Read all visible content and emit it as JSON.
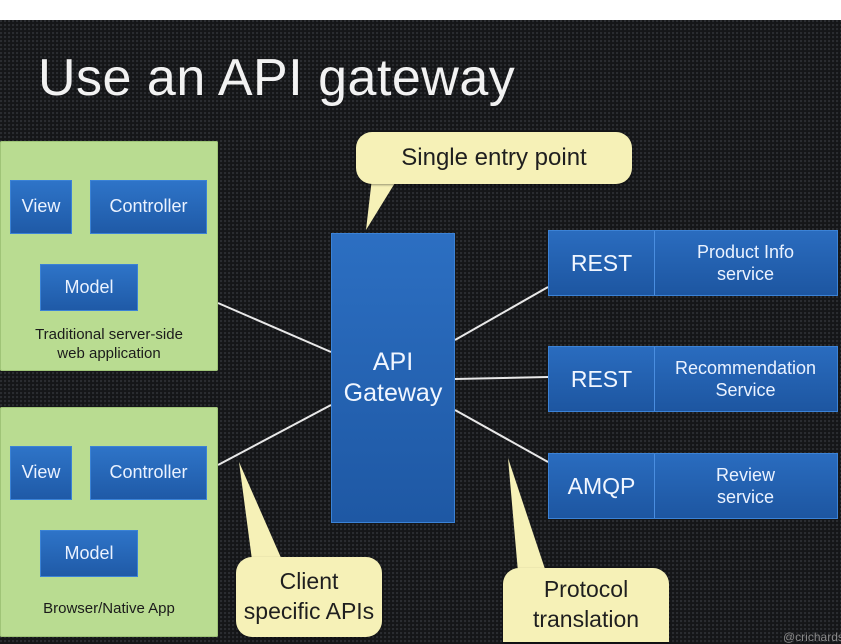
{
  "title": "Use an API gateway",
  "clients": [
    {
      "view_label": "View",
      "controller_label": "Controller",
      "model_label": "Model",
      "caption_line1": "Traditional server-side",
      "caption_line2": "web application"
    },
    {
      "view_label": "View",
      "controller_label": "Controller",
      "model_label": "Model",
      "caption_line1": "Browser/Native App"
    }
  ],
  "gateway": {
    "line1": "API",
    "line2": "Gateway"
  },
  "services": [
    {
      "protocol": "REST",
      "name_line1": "Product Info",
      "name_line2": "service"
    },
    {
      "protocol": "REST",
      "name_line1": "Recommendation",
      "name_line2": "Service"
    },
    {
      "protocol": "AMQP",
      "name_line1": "Review",
      "name_line2": "service"
    }
  ],
  "callouts": {
    "entry": "Single entry point",
    "client_line1": "Client",
    "client_line2": "specific APIs",
    "protocol_line1": "Protocol",
    "protocol_line2": "translation"
  },
  "credit": "@crichardson",
  "colors": {
    "background": "#151618",
    "client_panel": "#b9dc91",
    "box_blue": "#2667b8",
    "callout": "#f6f1b7",
    "connector": "#e8e8e8"
  }
}
